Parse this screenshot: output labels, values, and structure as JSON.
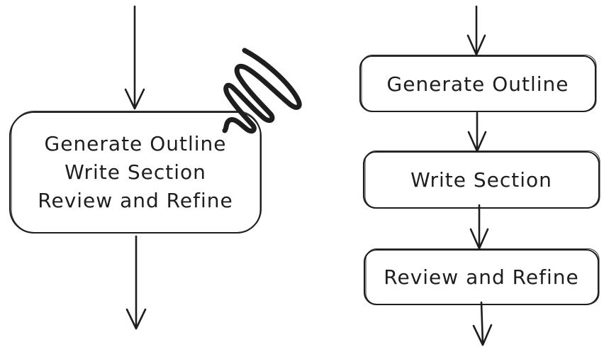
{
  "diagram": {
    "background_color": "#ffffff",
    "stroke_color": "#1e1e1e",
    "left_flow": {
      "merged_node": {
        "lines": [
          "Generate Outline",
          "Write Section",
          "Review and Refine"
        ]
      },
      "annotation": "scribble-mark"
    },
    "right_flow": {
      "nodes": [
        {
          "label": "Generate Outline"
        },
        {
          "label": "Write Section"
        },
        {
          "label": "Review and Refine"
        }
      ]
    }
  }
}
